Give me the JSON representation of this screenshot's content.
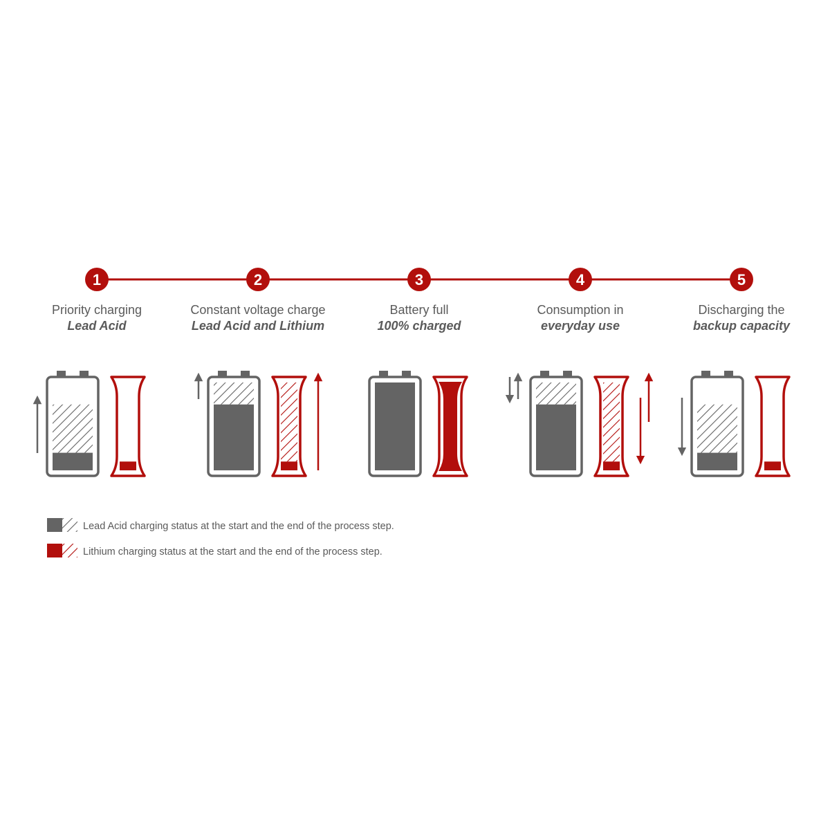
{
  "colors": {
    "red": "#b20f0c",
    "gray": "#646464",
    "text": "#5a5a5a",
    "white": "#ffffff"
  },
  "steps": [
    {
      "number": "1",
      "title": "Priority charging",
      "subtitle": "Lead Acid",
      "lead_acid": {
        "start": 0.2,
        "end": 0.75,
        "full": false
      },
      "lithium": {
        "start": 0.1,
        "end": 0.1,
        "full": false
      },
      "arrows": [
        "lead-acid-up"
      ]
    },
    {
      "number": "2",
      "title": "Constant voltage charge",
      "subtitle": "Lead Acid and Lithium",
      "lead_acid": {
        "start": 0.75,
        "end": 1.0,
        "full": false
      },
      "lithium": {
        "start": 0.1,
        "end": 1.0,
        "full": false
      },
      "arrows": [
        "lead-acid-up",
        "lithium-up"
      ]
    },
    {
      "number": "3",
      "title": "Battery full",
      "subtitle": "100% charged",
      "lead_acid": {
        "start": 1.0,
        "end": 1.0,
        "full": true
      },
      "lithium": {
        "start": 1.0,
        "end": 1.0,
        "full": true
      },
      "arrows": []
    },
    {
      "number": "4",
      "title": "Consumption in",
      "subtitle": "everyday use",
      "lead_acid": {
        "start": 0.75,
        "end": 1.0,
        "full": false
      },
      "lithium": {
        "start": 0.1,
        "end": 1.0,
        "full": false
      },
      "arrows": [
        "lead-acid-updown",
        "lithium-updown"
      ]
    },
    {
      "number": "5",
      "title": "Discharging the",
      "subtitle": "backup capacity",
      "lead_acid": {
        "start": 0.2,
        "end": 0.75,
        "full": false
      },
      "lithium": {
        "start": 0.1,
        "end": 0.1,
        "full": false
      },
      "arrows": [
        "lead-acid-down"
      ]
    }
  ],
  "legend": [
    {
      "type": "lead_acid",
      "text": "Lead Acid charging status at the start and the end of the process step."
    },
    {
      "type": "lithium",
      "text": "Lithium charging status at the start and the end of the process step."
    }
  ]
}
